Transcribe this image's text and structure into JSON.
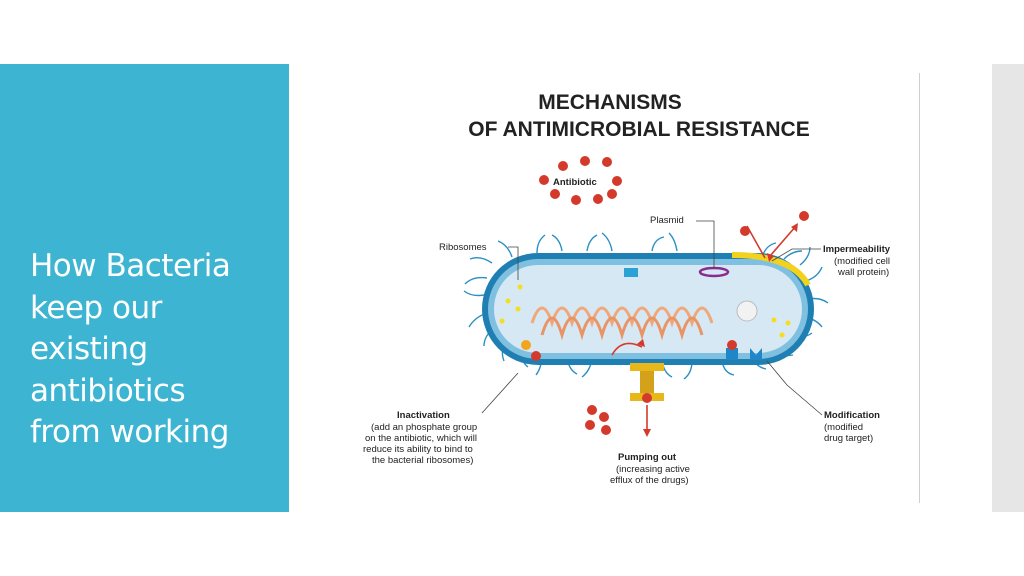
{
  "slide": {
    "title_lines": [
      "How Bacteria",
      "keep our",
      "existing",
      "antibiotics",
      "from working"
    ],
    "panel_color": "#3db5d2",
    "side_strip_color": "#e6e6e6"
  },
  "diagram": {
    "title_line1": "MECHANISMS",
    "title_line2": "OF ANTIMICROBIAL RESISTANCE",
    "labels": {
      "antibiotic": "Antibiotic",
      "plasmid": "Plasmid",
      "ribosomes": "Ribosomes",
      "impermeability_title": "Impermeability",
      "impermeability_desc1": "(modified cell",
      "impermeability_desc2": "wall protein)",
      "inactivation_title": "Inactivation",
      "inactivation_desc1": "(add an phosphate group",
      "inactivation_desc2": "on the antibiotic, which will",
      "inactivation_desc3": "reduce its ability to bind to",
      "inactivation_desc4": "the bacterial ribosomes)",
      "pumping_title": "Pumping out",
      "pumping_desc1": "(increasing active",
      "pumping_desc2": "efflux of the drugs)",
      "modification_title": "Modification",
      "modification_desc1": "(modified",
      "modification_desc2": "drug target)"
    },
    "colors": {
      "antibiotic_dot": "#d33a2c",
      "cell_outer": "#1f7fb3",
      "cell_inner": "#cfe3ef",
      "dna": "#f0a87a",
      "plasmid": "#8b2b8f",
      "impermeable_wall": "#f2d21d",
      "pump": "#e8b81a",
      "target_blue": "#1f86c8",
      "arrow": "#d33a2c"
    }
  }
}
